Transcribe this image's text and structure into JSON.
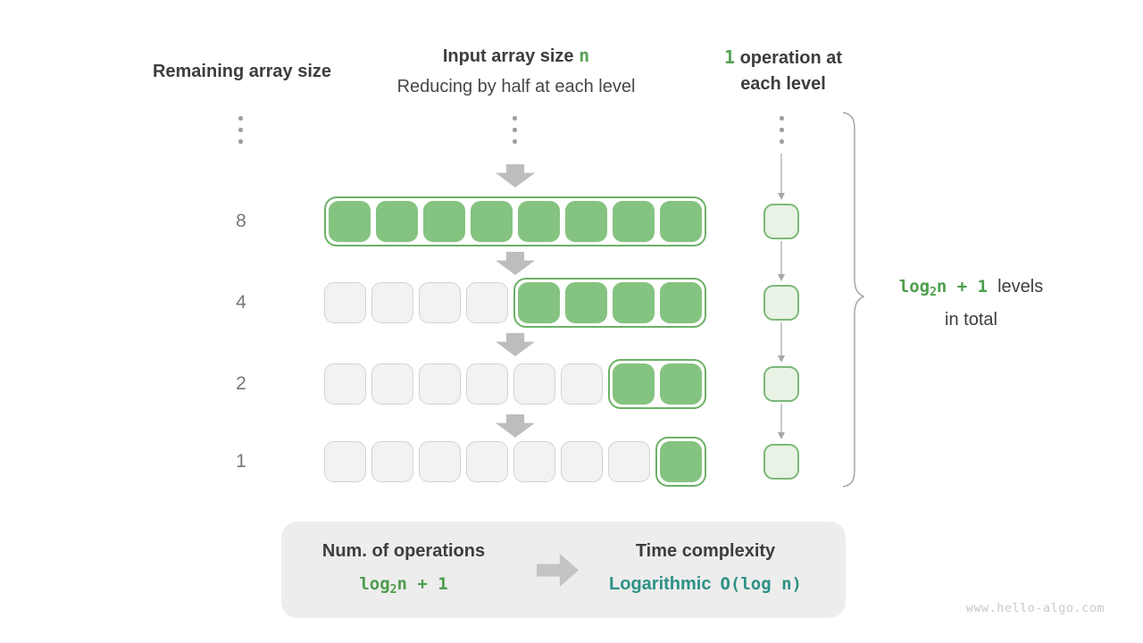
{
  "headers": {
    "remaining": "Remaining array size",
    "input_prefix": "Input array size ",
    "input_n": "n",
    "input_sub": "Reducing by half at each level",
    "ops_num": "1",
    "ops_rest": " operation at",
    "ops_line2": "each level"
  },
  "diagram": {
    "rows": [
      {
        "label": "8",
        "empty_cells": 0,
        "active_cells": 8
      },
      {
        "label": "4",
        "empty_cells": 4,
        "active_cells": 4
      },
      {
        "label": "2",
        "empty_cells": 6,
        "active_cells": 2
      },
      {
        "label": "1",
        "empty_cells": 7,
        "active_cells": 1
      }
    ],
    "operations_per_level": 1,
    "levels_shown": 4
  },
  "levels_note": {
    "formula": {
      "func": "log",
      "base": "2",
      "rest": "n + 1"
    },
    "line1_rest": "levels",
    "line2": "in total"
  },
  "summary": {
    "ops_title": "Num. of operations",
    "ops_formula": {
      "func": "log",
      "base": "2",
      "rest": "n + 1"
    },
    "tc_title": "Time complexity",
    "tc_name": "Logarithmic",
    "tc_big_o": "O(log n)"
  },
  "watermark": "www.hello-algo.com",
  "colors": {
    "active_cell_green": "#85c380",
    "group_border_green": "#6cb166",
    "op_cell_fill": "#e8f2e5",
    "op_cell_border": "#7cb878",
    "empty_cell_fill": "#f2f2f2",
    "empty_cell_border": "#d2d2d2",
    "accent_green_text": "#57a457",
    "formula_green_text": "#4d9e4c",
    "teal_text": "#2d9186",
    "arrow_gray": "#bdbdbd",
    "summary_box_bg": "#ededed"
  }
}
